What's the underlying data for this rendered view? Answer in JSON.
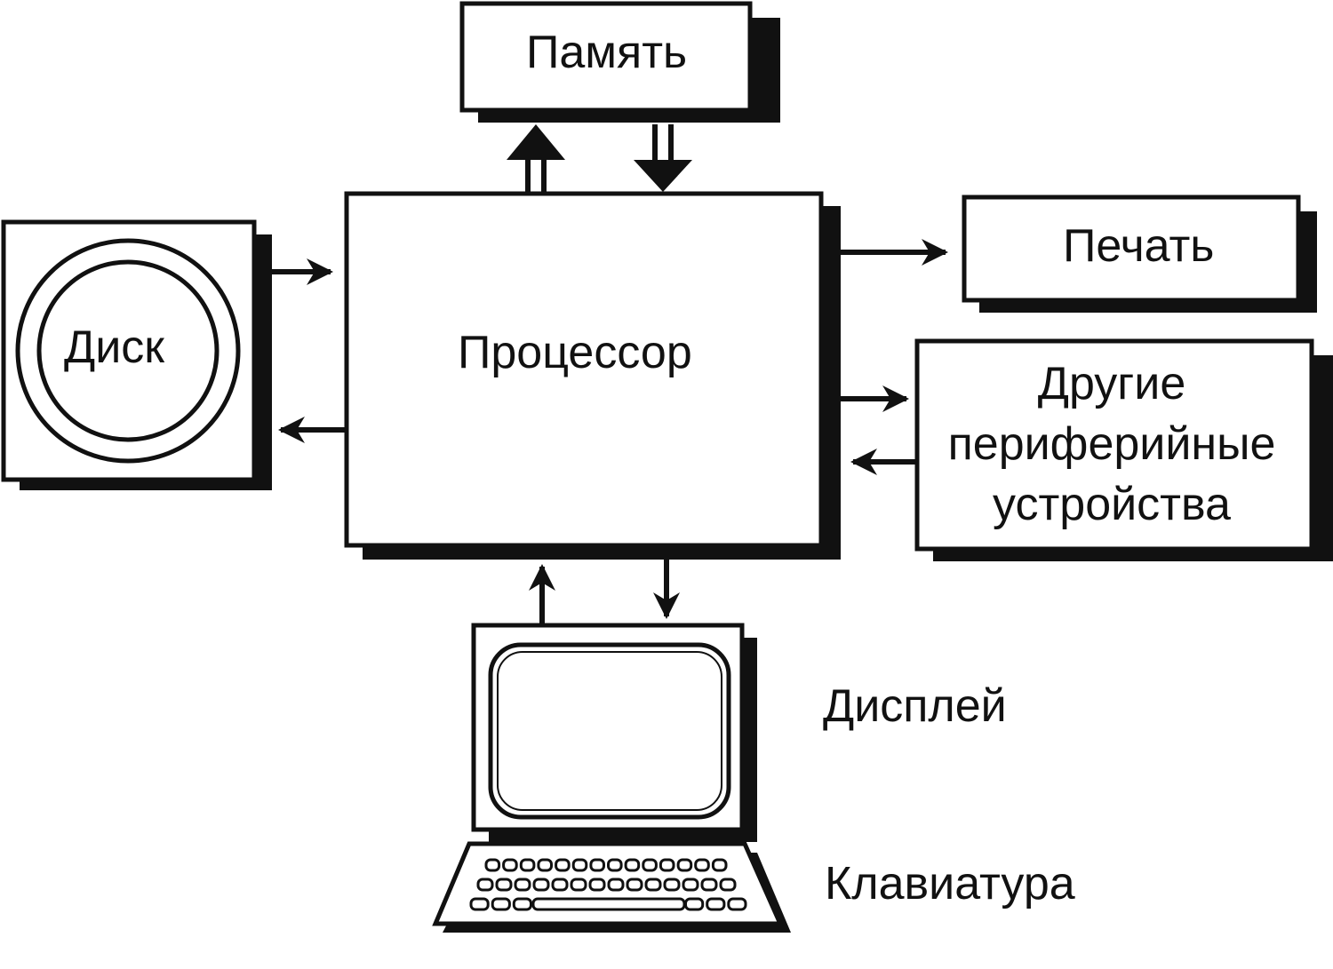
{
  "diagram": {
    "nodes": {
      "memory": {
        "label": "Память"
      },
      "processor": {
        "label": "Процессор"
      },
      "printer": {
        "label": "Печать"
      },
      "peripheral": {
        "lines": [
          "Другие",
          "периферийные",
          "устройства"
        ]
      },
      "disk": {
        "label": "Диск"
      },
      "display": {
        "label": "Дисплей"
      },
      "keyboard": {
        "label": "Клавиатура"
      }
    },
    "edges": [
      {
        "from": "processor",
        "to": "memory"
      },
      {
        "from": "memory",
        "to": "processor"
      },
      {
        "from": "disk",
        "to": "processor"
      },
      {
        "from": "processor",
        "to": "disk"
      },
      {
        "from": "processor",
        "to": "printer"
      },
      {
        "from": "processor",
        "to": "peripheral"
      },
      {
        "from": "peripheral",
        "to": "processor"
      },
      {
        "from": "display",
        "to": "processor"
      },
      {
        "from": "processor",
        "to": "display"
      }
    ],
    "colors": {
      "ink": "#111111",
      "shadow": "#111111",
      "paper": "#ffffff"
    }
  }
}
